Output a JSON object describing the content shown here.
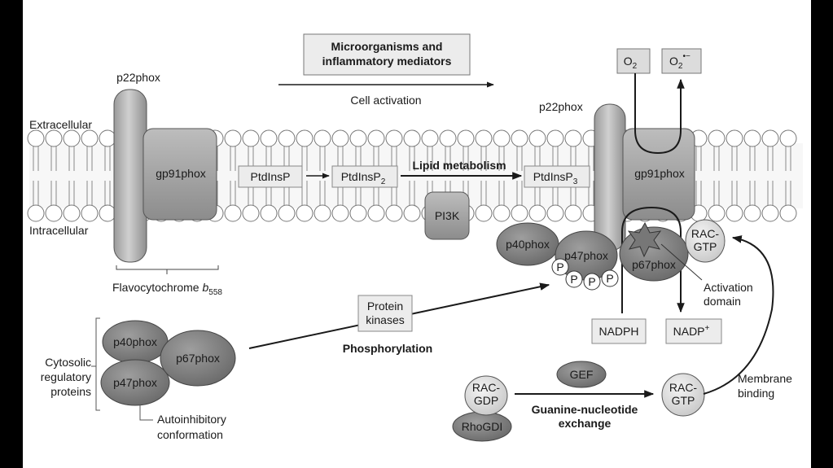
{
  "title_box": {
    "line1": "Microorganisms and",
    "line2": "inflammatory mediators"
  },
  "cell_activation": "Cell activation",
  "p22_left": "p22phox",
  "p22_right": "p22phox",
  "extracellular": "Extracellular",
  "intracellular": "Intracellular",
  "gp91_left": "gp91phox",
  "gp91_right": "gp91phox",
  "ptdinsp": "PtdInsP",
  "ptdinsp2": {
    "base": "PtdInsP",
    "sub": "2"
  },
  "ptdinsp3": {
    "base": "PtdInsP",
    "sub": "3"
  },
  "lipid_metabolism": "Lipid metabolism",
  "pi3k": "PI3K",
  "flavocyto": {
    "base": "Flavocytochrome ",
    "italic": "b",
    "sub": "558"
  },
  "o2": {
    "base": "O",
    "sub": "2"
  },
  "o2_superoxide": {
    "base": "O",
    "sub": "2",
    "sup": "•−"
  },
  "active_complex": {
    "p40": "p40phox",
    "p47": "p47phox",
    "p67": "p67phox",
    "rac_line1": "RAC-",
    "rac_line2": "GTP",
    "p_label": "P"
  },
  "activation_domain": {
    "line1": "Activation",
    "line2": "domain"
  },
  "nadph": "NADPH",
  "nadp": {
    "base": "NADP",
    "sup": "+"
  },
  "protein_kinases": {
    "line1": "Protein",
    "line2": "kinases"
  },
  "phosphorylation": "Phosphorylation",
  "cytosolic": {
    "label_line1": "Cytosolic",
    "label_line2": "regulatory",
    "label_line3": "proteins",
    "p40": "p40phox",
    "p67": "p67phox",
    "p47": "p47phox"
  },
  "autoinhibitory": {
    "line1": "Autoinhibitory",
    "line2": "conformation"
  },
  "rac_gdp": {
    "line1": "RAC-",
    "line2": "GDP"
  },
  "rhogdi": "RhoGDI",
  "gef": "GEF",
  "guanine": {
    "line1": "Guanine-nucleotide",
    "line2": "exchange"
  },
  "rac_gtp_free": {
    "line1": "RAC-",
    "line2": "GTP"
  },
  "membrane_binding": {
    "line1": "Membrane",
    "line2": "binding"
  }
}
